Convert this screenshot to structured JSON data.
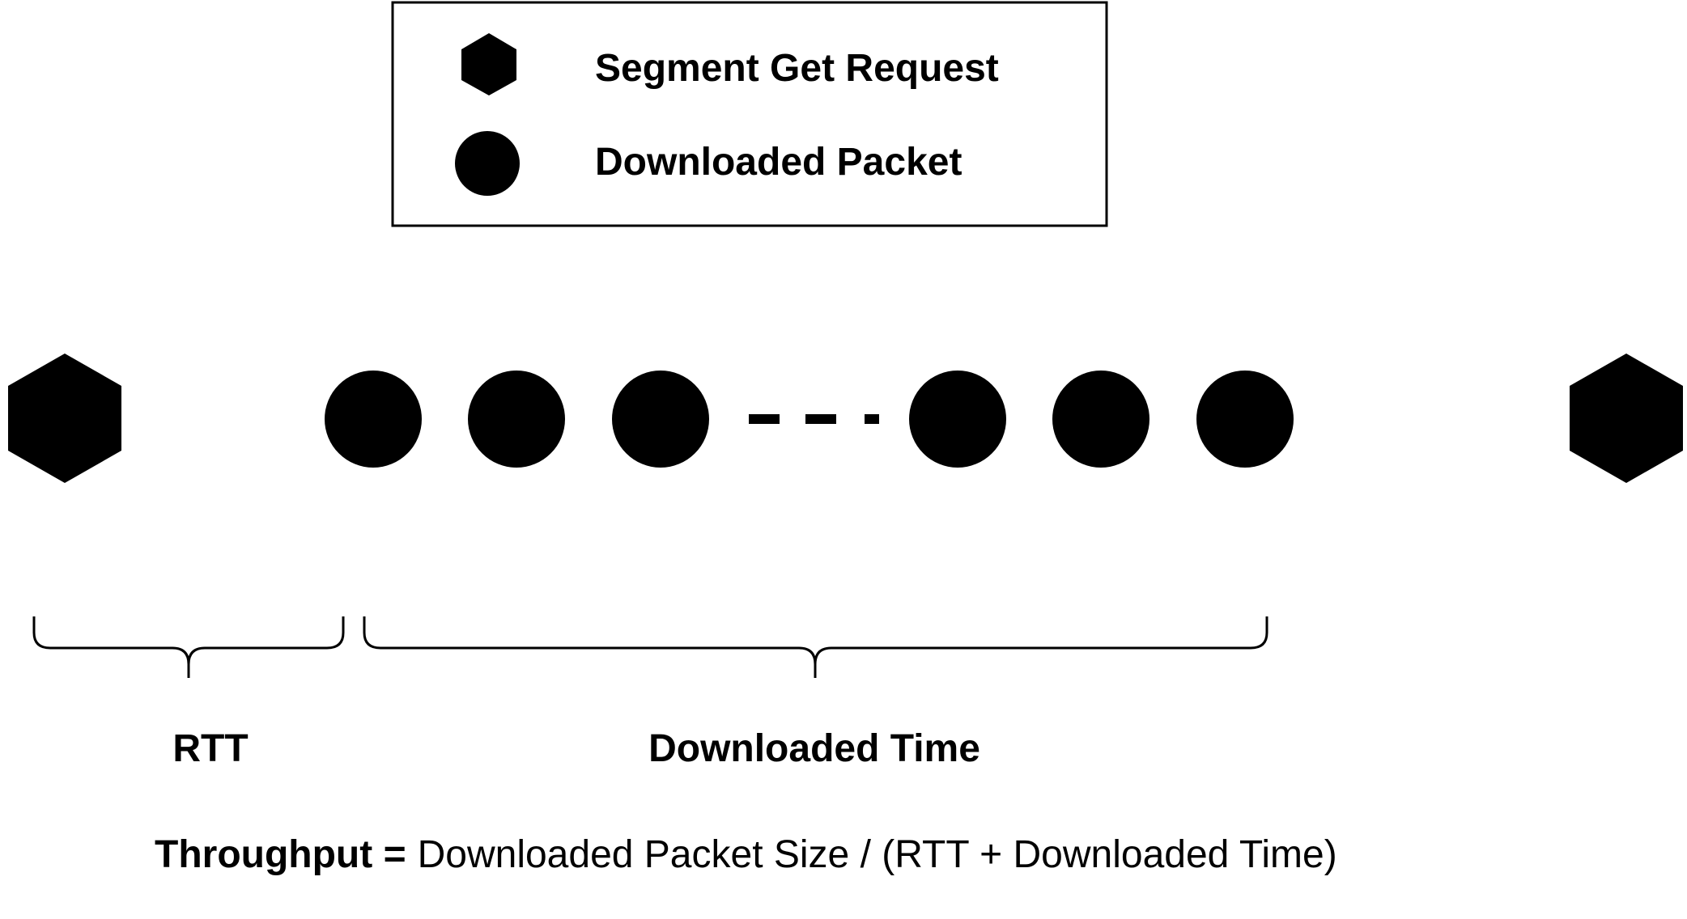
{
  "legend": {
    "items": [
      {
        "shape": "hexagon",
        "label": "Segment Get Request"
      },
      {
        "shape": "circle",
        "label": "Downloaded Packet"
      }
    ]
  },
  "timeline": {
    "start_marker": "hexagon",
    "end_marker": "hexagon",
    "packets_before_gap": 3,
    "packets_after_gap": 3,
    "gap_marker": "dashes"
  },
  "braces": [
    {
      "label": "RTT"
    },
    {
      "label": "Downloaded Time"
    }
  ],
  "formula": {
    "bold_part": "Throughput =",
    "regular_part": "Downloaded Packet Size / (RTT + Downloaded Time)"
  },
  "colors": {
    "shape_fill": "#000000",
    "background": "#ffffff"
  }
}
